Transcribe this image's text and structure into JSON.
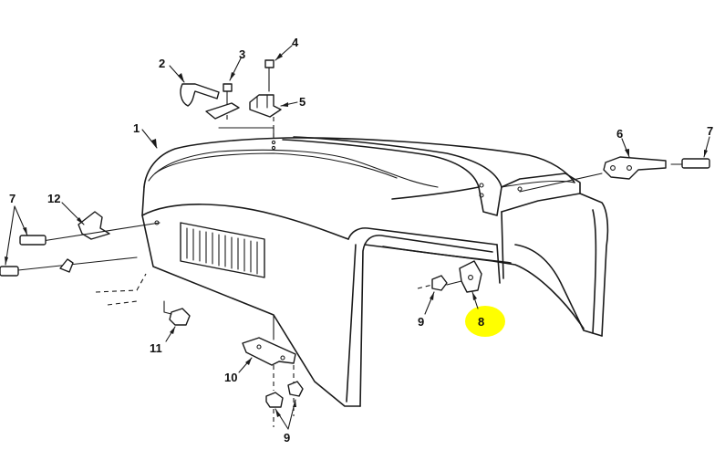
{
  "colors": {
    "line": "#1a1a1a",
    "background": "#ffffff",
    "highlight": "#ffff00"
  },
  "callouts": [
    {
      "id": "c1",
      "text": "1"
    },
    {
      "id": "c2",
      "text": "2"
    },
    {
      "id": "c3",
      "text": "3"
    },
    {
      "id": "c4",
      "text": "4"
    },
    {
      "id": "c5",
      "text": "5"
    },
    {
      "id": "c6",
      "text": "6"
    },
    {
      "id": "c7r",
      "text": "7"
    },
    {
      "id": "c7l",
      "text": "7"
    },
    {
      "id": "c8",
      "text": "8",
      "highlighted": true
    },
    {
      "id": "c9r",
      "text": "9"
    },
    {
      "id": "c9b",
      "text": "9"
    },
    {
      "id": "c10",
      "text": "10"
    },
    {
      "id": "c11",
      "text": "11"
    },
    {
      "id": "c12",
      "text": "12"
    }
  ]
}
